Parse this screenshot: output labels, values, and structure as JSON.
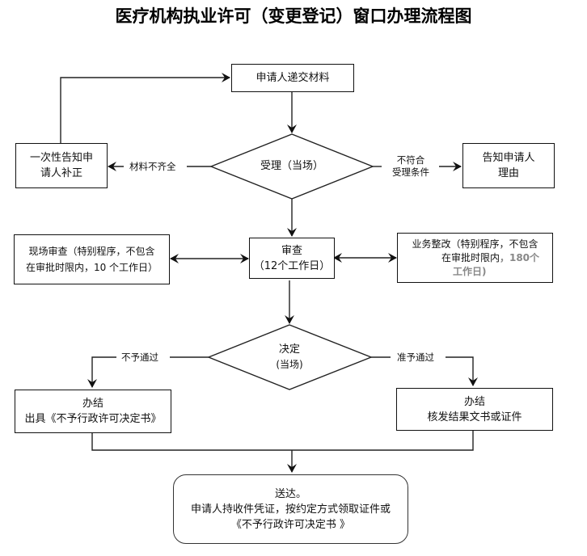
{
  "title": "医疗机构执业许可（变更登记）窗口办理流程图",
  "nodes": {
    "submit": "申请人递交材料",
    "accept_decision": "受理（当场）",
    "notify_correction_line1": "一次性告知申",
    "notify_correction_line2": "请人补正",
    "notify_reason_line1": "告知申请人",
    "notify_reason_line2": "理由",
    "review_line1": "审查",
    "review_line2": "（12个工作日）",
    "onsite_line1": "现场审查（特别程序，不包含",
    "onsite_line2": "在审批时限内，10 个工作日）",
    "rectify_line1": "业务整改（特别程序，不包含",
    "rectify_line2a": "在审批时限内",
    "rectify_line2b": "，180个",
    "rectify_line3": "工作日)",
    "decision_line1": "决定",
    "decision_line2": "(当场)",
    "reject_line1": "办结",
    "reject_line2": "出具《不予行政许可决定书》",
    "approve_line1": "办结",
    "approve_line2": "核发结果文书或证件",
    "deliver_line1": "送达。",
    "deliver_line2": "申请人持收件凭证，按约定方式领取证件或",
    "deliver_line3": "《不予行政许可决定书 》"
  },
  "edge_labels": {
    "incomplete": "材料不齐全",
    "not_eligible_line1": "不符合",
    "not_eligible_line2": "受理条件",
    "reject": "不予通过",
    "approve": "准予通过"
  }
}
